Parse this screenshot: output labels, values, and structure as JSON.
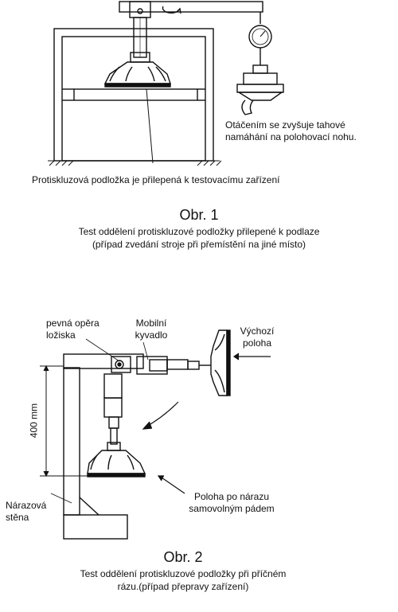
{
  "figure1": {
    "label_rotation": "Otáčením se zvyšuje tahové namáhání na polohovací nohu.",
    "label_rotation_line1": "Otáčením se zvyšuje tahové",
    "label_rotation_line2": "namáhání na polohovací nohu.",
    "label_pad": "Protiskluzová podložka je přilepená k testovacímu zařízení",
    "caption_title": "Obr. 1",
    "caption_line1": "Test oddělení protiskluzové podložky přilepené k podlaze",
    "caption_line2": "(případ zvedání stroje při přemístění na jiné místo)"
  },
  "figure2": {
    "label_bearing_line1": "pevná opěra",
    "label_bearing_line2": "ložiska",
    "label_pendulum_line1": "Mobilní",
    "label_pendulum_line2": "kyvadlo",
    "label_start_line1": "Výchozí",
    "label_start_line2": "poloha",
    "label_height": "400 mm",
    "label_wall_line1": "Nárazová",
    "label_wall_line2": "stěna",
    "label_impact_line1": "Poloha po nárazu",
    "label_impact_line2": "samovolným pádem",
    "caption_title": "Obr. 2",
    "caption_line1": "Test oddělení protiskluzové podložky při příčném",
    "caption_line2": "rázu.(případ přepravy zařízení)"
  }
}
